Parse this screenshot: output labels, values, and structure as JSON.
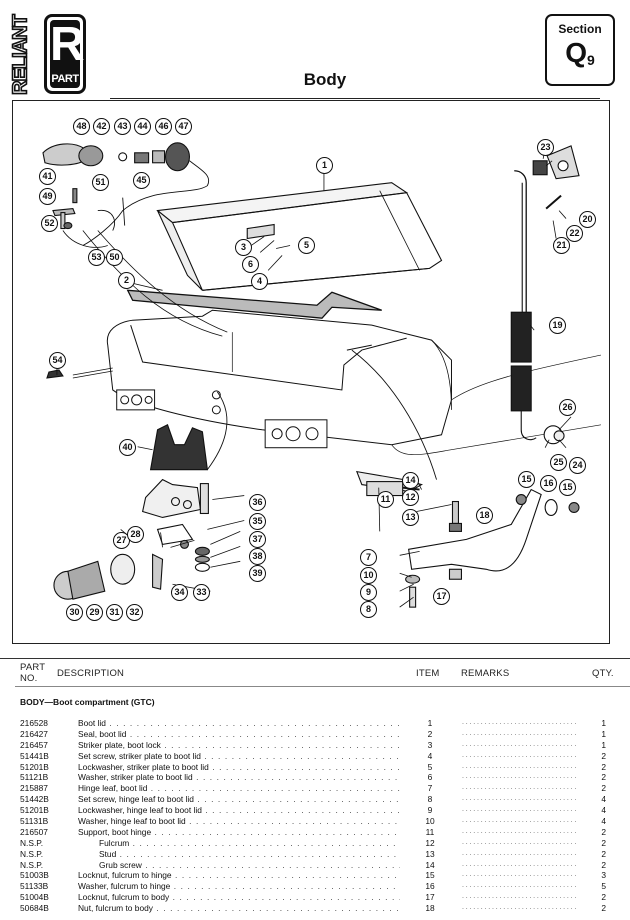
{
  "brand": {
    "vertical_text": "RELIANT",
    "badge_letter": "R",
    "badge_subtext": "PART"
  },
  "header": {
    "title": "Body",
    "section_label": "Section",
    "section_code": "Q",
    "section_number": "9"
  },
  "diagram": {
    "callouts": [
      "1",
      "2",
      "3",
      "4",
      "5",
      "6",
      "7",
      "8",
      "9",
      "10",
      "11",
      "12",
      "13",
      "14",
      "15",
      "15",
      "16",
      "17",
      "18",
      "19",
      "20",
      "21",
      "22",
      "23",
      "24",
      "25",
      "26",
      "27",
      "28",
      "29",
      "30",
      "31",
      "32",
      "33",
      "34",
      "35",
      "36",
      "37",
      "38",
      "39",
      "40",
      "41",
      "42",
      "43",
      "44",
      "45",
      "46",
      "47",
      "48",
      "49",
      "50",
      "51",
      "52",
      "53",
      "54"
    ]
  },
  "table": {
    "columns": {
      "part_no_line1": "PART",
      "part_no_line2": "NO.",
      "description": "DESCRIPTION",
      "item": "ITEM",
      "remarks": "REMARKS",
      "qty": "QTY."
    },
    "group_title": "BODY—Boot compartment (GTC)",
    "rows": [
      {
        "part_no": "216528",
        "description": "Boot lid",
        "indent": false,
        "item": "1",
        "qty": "1"
      },
      {
        "part_no": "216427",
        "description": "Seal, boot lid",
        "indent": false,
        "item": "2",
        "qty": "1"
      },
      {
        "part_no": "216457",
        "description": "Striker plate, boot lock",
        "indent": false,
        "item": "3",
        "qty": "1"
      },
      {
        "part_no": "51441B",
        "description": "Set screw, striker plate to boot lid",
        "indent": false,
        "item": "4",
        "qty": "2"
      },
      {
        "part_no": "51201B",
        "description": "Lockwasher, striker plate to boot lid",
        "indent": false,
        "item": "5",
        "qty": "2"
      },
      {
        "part_no": "51121B",
        "description": "Washer, striker plate to boot lid",
        "indent": false,
        "item": "6",
        "qty": "2"
      },
      {
        "part_no": "215887",
        "description": "Hinge leaf, boot lid",
        "indent": false,
        "item": "7",
        "qty": "2"
      },
      {
        "part_no": "51442B",
        "description": "Set screw, hinge leaf to boot lid",
        "indent": false,
        "item": "8",
        "qty": "4"
      },
      {
        "part_no": "51201B",
        "description": "Lockwasher, hinge leaf to boot lid",
        "indent": false,
        "item": "9",
        "qty": "4"
      },
      {
        "part_no": "51131B",
        "description": "Washer, hinge leaf to boot lid",
        "indent": false,
        "item": "10",
        "qty": "4"
      },
      {
        "part_no": "216507",
        "description": "Support, boot hinge",
        "indent": false,
        "item": "11",
        "qty": "2"
      },
      {
        "part_no": "N.S.P.",
        "description": "Fulcrum",
        "indent": true,
        "item": "12",
        "qty": "2"
      },
      {
        "part_no": "N.S.P.",
        "description": "Stud",
        "indent": true,
        "item": "13",
        "qty": "2"
      },
      {
        "part_no": "N.S.P.",
        "description": "Grub screw",
        "indent": true,
        "item": "14",
        "qty": "2"
      },
      {
        "part_no": "51003B",
        "description": "Locknut, fulcrum to hinge",
        "indent": false,
        "item": "15",
        "qty": "3"
      },
      {
        "part_no": "51133B",
        "description": "Washer, fulcrum to hinge",
        "indent": false,
        "item": "16",
        "qty": "5"
      },
      {
        "part_no": "51004B",
        "description": "Locknut, fulcrum to body",
        "indent": false,
        "item": "17",
        "qty": "2"
      },
      {
        "part_no": "50684B",
        "description": "Nut, fulcrum to body",
        "indent": false,
        "item": "18",
        "qty": "2"
      }
    ]
  }
}
